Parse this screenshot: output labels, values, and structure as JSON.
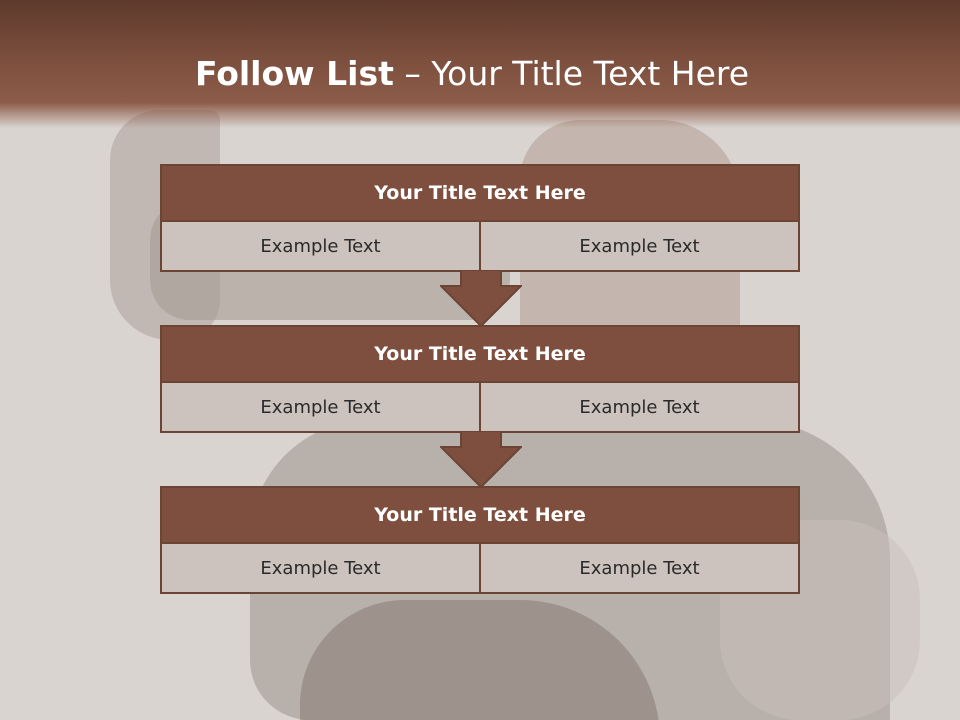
{
  "slide": {
    "title_bold": "Follow List",
    "title_rest": "  – Your Title Text Here"
  },
  "steps": [
    {
      "title": "Your Title Text Here",
      "left": "Example Text",
      "right": "Example Text"
    },
    {
      "title": "Your Title Text Here",
      "left": "Example Text",
      "right": "Example Text"
    },
    {
      "title": "Your Title Text Here",
      "left": "Example Text",
      "right": "Example Text"
    }
  ],
  "colors": {
    "header_brown": "#7e4f3e",
    "border_brown": "#6b4434",
    "cell_fill": "#ccc2be"
  }
}
